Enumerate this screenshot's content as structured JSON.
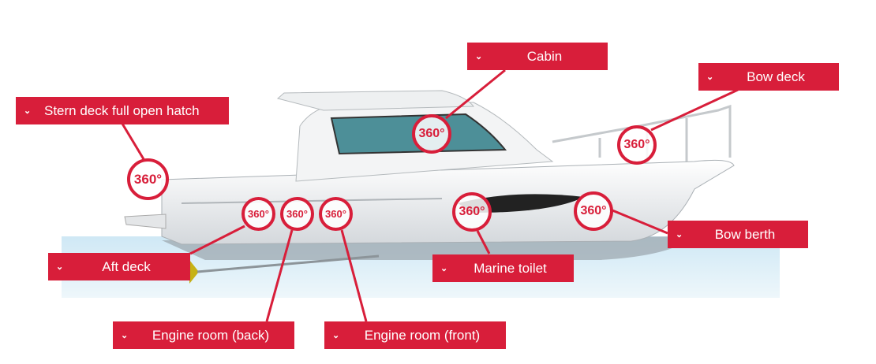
{
  "colors": {
    "accent": "#d81e3a",
    "water": "#d7edf7"
  },
  "marker_text": "360°",
  "hotspots": [
    {
      "label": "Cabin",
      "icon": "chevron-down-icon"
    },
    {
      "label": "Bow deck",
      "icon": "chevron-down-icon"
    },
    {
      "label": "Stern deck full open hatch",
      "icon": "chevron-down-icon"
    },
    {
      "label": "Aft deck",
      "icon": "chevron-down-icon"
    },
    {
      "label": "Bow berth",
      "icon": "chevron-down-icon"
    },
    {
      "label": "Marine toilet",
      "icon": "chevron-down-icon"
    },
    {
      "label": "Engine room (back)",
      "icon": "chevron-down-icon"
    },
    {
      "label": "Engine room (front)",
      "icon": "chevron-down-icon"
    }
  ]
}
